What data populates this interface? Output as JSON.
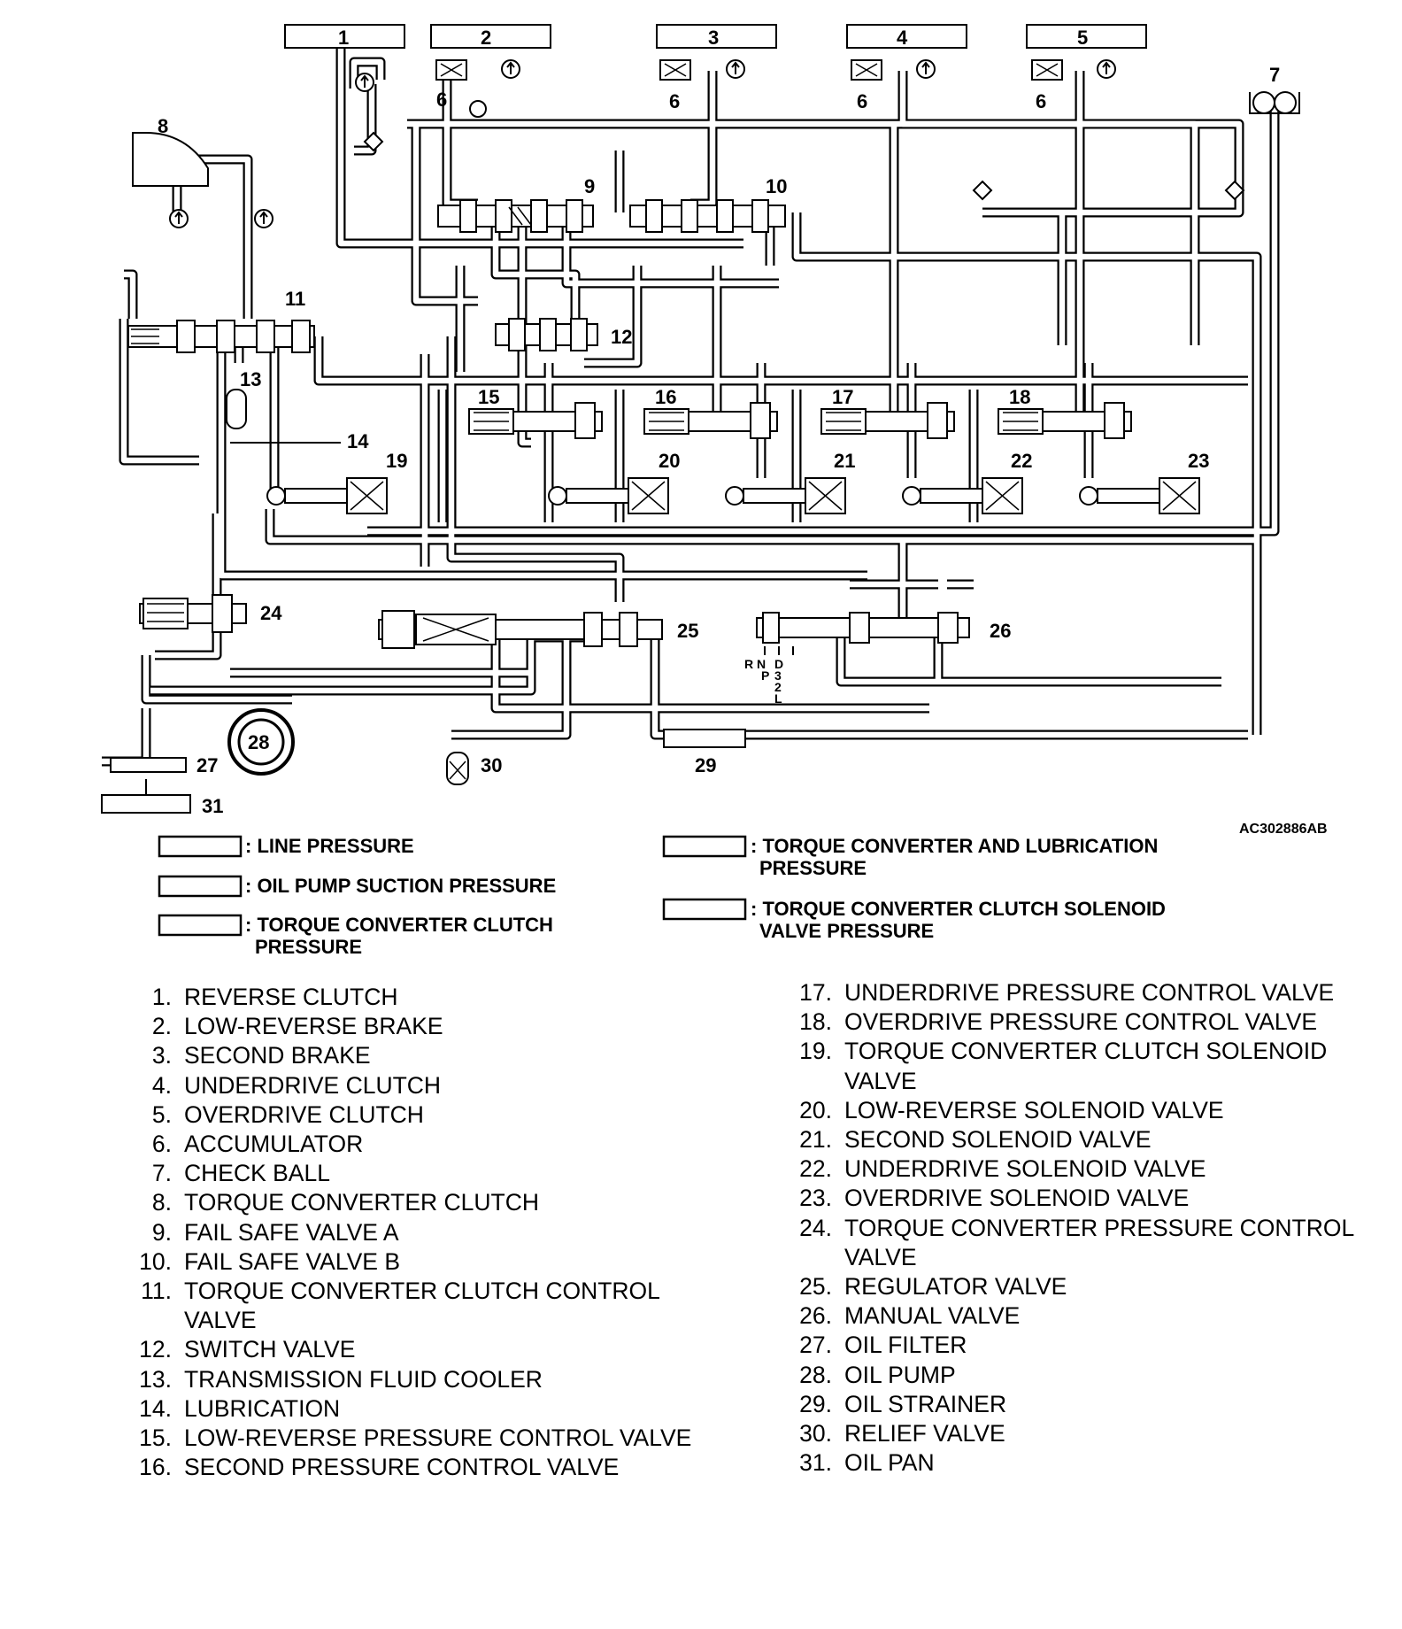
{
  "figure_code": "AC302886AB",
  "component_numbers": [
    "1",
    "2",
    "3",
    "4",
    "5",
    "6",
    "7",
    "8",
    "9",
    "10",
    "11",
    "12",
    "13",
    "14",
    "15",
    "16",
    "17",
    "18",
    "19",
    "20",
    "21",
    "22",
    "23",
    "24",
    "25",
    "26",
    "27",
    "28",
    "29",
    "30",
    "31"
  ],
  "manual_positions": [
    "R",
    "N",
    "P",
    "D",
    "3",
    "2",
    "L"
  ],
  "legend": [
    {
      "label": ": LINE PRESSURE"
    },
    {
      "label": ": OIL PUMP SUCTION PRESSURE"
    },
    {
      "label_line1": ": TORQUE CONVERTER CLUTCH",
      "label_line2": "PRESSURE"
    },
    {
      "label_line1": ": TORQUE CONVERTER AND LUBRICATION",
      "label_line2": "PRESSURE"
    },
    {
      "label_line1": ": TORQUE CONVERTER CLUTCH SOLENOID",
      "label_line2": "VALVE PRESSURE"
    }
  ],
  "parts": [
    {
      "num": "1.",
      "name": "REVERSE CLUTCH"
    },
    {
      "num": "2.",
      "name": "LOW-REVERSE BRAKE"
    },
    {
      "num": "3.",
      "name": "SECOND BRAKE"
    },
    {
      "num": "4.",
      "name": "UNDERDRIVE CLUTCH"
    },
    {
      "num": "5.",
      "name": "OVERDRIVE CLUTCH"
    },
    {
      "num": "6.",
      "name": "ACCUMULATOR"
    },
    {
      "num": "7.",
      "name": "CHECK BALL"
    },
    {
      "num": "8.",
      "name": "TORQUE CONVERTER CLUTCH"
    },
    {
      "num": "9.",
      "name": "FAIL SAFE VALVE A"
    },
    {
      "num": "10.",
      "name": "FAIL SAFE VALVE B"
    },
    {
      "num": "11.",
      "name": "TORQUE CONVERTER CLUTCH CONTROL VALVE"
    },
    {
      "num": "12.",
      "name": "SWITCH VALVE"
    },
    {
      "num": "13.",
      "name": "TRANSMISSION FLUID COOLER"
    },
    {
      "num": "14.",
      "name": "LUBRICATION"
    },
    {
      "num": "15.",
      "name": "LOW-REVERSE PRESSURE CONTROL VALVE"
    },
    {
      "num": "16.",
      "name": "SECOND PRESSURE CONTROL VALVE"
    },
    {
      "num": "17.",
      "name": "UNDERDRIVE PRESSURE CONTROL VALVE"
    },
    {
      "num": "18.",
      "name": "OVERDRIVE PRESSURE CONTROL VALVE"
    },
    {
      "num": "19.",
      "name": "TORQUE CONVERTER CLUTCH SOLENOID VALVE"
    },
    {
      "num": "20.",
      "name": "LOW-REVERSE SOLENOID VALVE"
    },
    {
      "num": "21.",
      "name": "SECOND SOLENOID VALVE"
    },
    {
      "num": "22.",
      "name": "UNDERDRIVE SOLENOID VALVE"
    },
    {
      "num": "23.",
      "name": "OVERDRIVE SOLENOID VALVE"
    },
    {
      "num": "24.",
      "name": "TORQUE CONVERTER PRESSURE CONTROL VALVE"
    },
    {
      "num": "25.",
      "name": "REGULATOR VALVE"
    },
    {
      "num": "26.",
      "name": "MANUAL VALVE"
    },
    {
      "num": "27.",
      "name": "OIL FILTER"
    },
    {
      "num": "28.",
      "name": "OIL PUMP"
    },
    {
      "num": "29.",
      "name": "OIL STRAINER"
    },
    {
      "num": "30.",
      "name": "RELIEF VALVE"
    },
    {
      "num": "31.",
      "name": "OIL PAN"
    }
  ]
}
